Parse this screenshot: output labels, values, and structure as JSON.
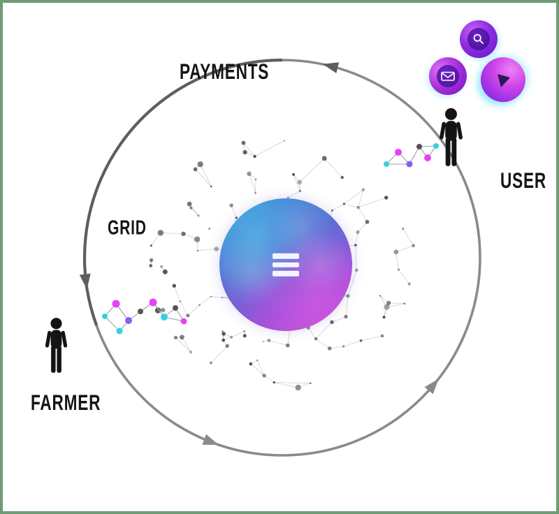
{
  "frame": {
    "color": "#6f9b74"
  },
  "labels": {
    "payments": "PAYMENTS",
    "user": "USER",
    "grid": "GRID",
    "farmer": "FARMER"
  },
  "flow": {
    "direction": "counter-clockwise"
  },
  "globe": {
    "logo": "threefold-bars-logo"
  },
  "bubbles": [
    {
      "name": "search-bubble",
      "icon": "magnifier-icon"
    },
    {
      "name": "mail-bubble",
      "icon": "envelope-icon"
    },
    {
      "name": "media-bubble",
      "icon": "play-icon"
    }
  ],
  "figures": [
    {
      "name": "user-figure"
    },
    {
      "name": "farmer-figure"
    }
  ],
  "colors": {
    "arrow": "#8a8a8a",
    "arrow_dark": "#5e5e5e",
    "label_text": "#151515",
    "globe_blue": "#35a0da",
    "globe_indigo": "#5a6fd6",
    "globe_purple": "#9c4ed8",
    "globe_magenta": "#c44fd0",
    "bubble_purple": "#8a2be2",
    "bubble_magenta": "#cf46e8",
    "node_magenta": "#e542f5",
    "node_cyan": "#35d0e0",
    "node_purple": "#8a5cf5",
    "node_gray": "#555555",
    "mesh_dot": "#3d3d3d",
    "person": "#141414"
  }
}
